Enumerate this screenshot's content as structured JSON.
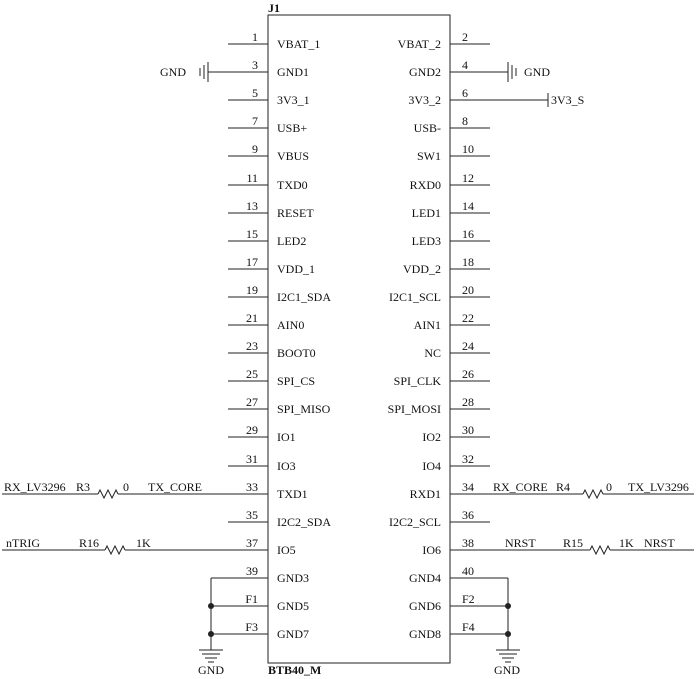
{
  "ref": "J1",
  "part": "BTB40_M",
  "left_pins": [
    {
      "num": "1",
      "name": "VBAT_1"
    },
    {
      "num": "3",
      "name": "GND1"
    },
    {
      "num": "5",
      "name": "3V3_1"
    },
    {
      "num": "7",
      "name": "USB+"
    },
    {
      "num": "9",
      "name": "VBUS"
    },
    {
      "num": "11",
      "name": "TXD0"
    },
    {
      "num": "13",
      "name": "RESET"
    },
    {
      "num": "15",
      "name": "LED2"
    },
    {
      "num": "17",
      "name": "VDD_1"
    },
    {
      "num": "19",
      "name": "I2C1_SDA"
    },
    {
      "num": "21",
      "name": "AIN0"
    },
    {
      "num": "23",
      "name": "BOOT0"
    },
    {
      "num": "25",
      "name": "SPI_CS"
    },
    {
      "num": "27",
      "name": "SPI_MISO"
    },
    {
      "num": "29",
      "name": "IO1"
    },
    {
      "num": "31",
      "name": "IO3"
    },
    {
      "num": "33",
      "name": "TXD1"
    },
    {
      "num": "35",
      "name": "I2C2_SDA"
    },
    {
      "num": "37",
      "name": "IO5"
    },
    {
      "num": "39",
      "name": "GND3"
    },
    {
      "num": "F1",
      "name": "GND5"
    },
    {
      "num": "F3",
      "name": "GND7"
    }
  ],
  "right_pins": [
    {
      "num": "2",
      "name": "VBAT_2"
    },
    {
      "num": "4",
      "name": "GND2"
    },
    {
      "num": "6",
      "name": "3V3_2"
    },
    {
      "num": "8",
      "name": "USB-"
    },
    {
      "num": "10",
      "name": "SW1"
    },
    {
      "num": "12",
      "name": "RXD0"
    },
    {
      "num": "14",
      "name": "LED1"
    },
    {
      "num": "16",
      "name": "LED3"
    },
    {
      "num": "18",
      "name": "VDD_2"
    },
    {
      "num": "20",
      "name": "I2C1_SCL"
    },
    {
      "num": "22",
      "name": "AIN1"
    },
    {
      "num": "24",
      "name": "NC"
    },
    {
      "num": "26",
      "name": "SPI_CLK"
    },
    {
      "num": "28",
      "name": "SPI_MOSI"
    },
    {
      "num": "30",
      "name": "IO2"
    },
    {
      "num": "32",
      "name": "IO4"
    },
    {
      "num": "34",
      "name": "RXD1"
    },
    {
      "num": "36",
      "name": "I2C2_SCL"
    },
    {
      "num": "38",
      "name": "IO6"
    },
    {
      "num": "40",
      "name": "GND4"
    },
    {
      "num": "F2",
      "name": "GND6"
    },
    {
      "num": "F4",
      "name": "GND8"
    }
  ],
  "nets": {
    "gnd_left": "GND",
    "gnd_right": "GND",
    "v3v3_s": "3V3_S",
    "gnd_bottom_left": "GND",
    "gnd_bottom_right": "GND",
    "rx_lv3296": "RX_LV3296",
    "tx_core": "TX_CORE",
    "rx_core": "RX_CORE",
    "tx_lv3296": "TX_LV3296",
    "ntrig": "nTRIG",
    "nrst_left": "NRST",
    "nrst_right": "NRST"
  },
  "resistors": {
    "r3": {
      "ref": "R3",
      "value": "0"
    },
    "r4": {
      "ref": "R4",
      "value": "0"
    },
    "r16": {
      "ref": "R16",
      "value": "1K"
    },
    "r15": {
      "ref": "R15",
      "value": "1K"
    }
  }
}
